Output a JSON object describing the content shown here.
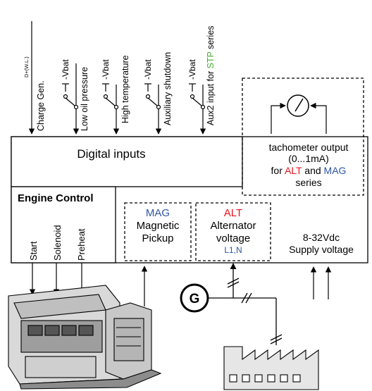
{
  "inputs": {
    "charge_sup": "D+(W.L.)",
    "charge": "Charge Gen.",
    "vbat": "-Vbat",
    "low_oil": "Low oil pressure",
    "high_temp": "High temperature",
    "aux_shutdown": "Auxiliary shutdown",
    "aux2_prefix": "Aux2 input for ",
    "aux2_stp": "STP",
    "aux2_suffix": " series"
  },
  "digital_inputs": {
    "label": "Digital inputs"
  },
  "tachometer": {
    "line1": "tachometer output",
    "line2": "(0...1mA)",
    "line3_prefix": "for ",
    "line3_alt": "ALT",
    "line3_and": " and ",
    "line3_mag": "MAG",
    "line4": "series"
  },
  "engine_control": {
    "title": "Engine Control",
    "start": "Start",
    "solenoid": "Solenoid",
    "preheat": "Preheat"
  },
  "mag": {
    "title": "MAG",
    "line1": "Magnetic",
    "line2": "Pickup"
  },
  "alt": {
    "title": "ALT",
    "line1": "Alternator",
    "line2": "voltage",
    "line3": "L1,N"
  },
  "supply": {
    "line1": "8-32Vdc",
    "line2": "Supply voltage"
  },
  "generator": {
    "label": "G"
  },
  "colors": {
    "alt": "#e8141c",
    "mag": "#2e55a4",
    "stp": "#3fae2a",
    "line": "#000000"
  }
}
